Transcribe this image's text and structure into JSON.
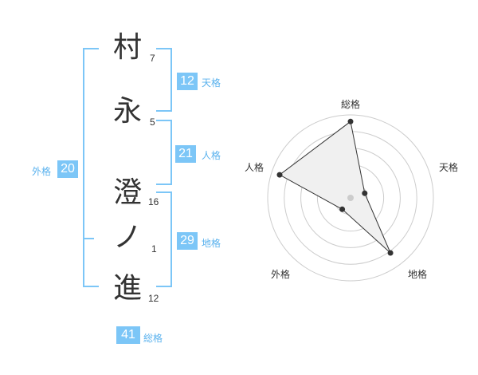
{
  "name": {
    "characters": [
      {
        "char": "村",
        "strokes": "7"
      },
      {
        "char": "永",
        "strokes": "5"
      },
      {
        "char": "澄",
        "strokes": "16"
      },
      {
        "char": "ノ",
        "strokes": "1"
      },
      {
        "char": "進",
        "strokes": "12"
      }
    ]
  },
  "kakusu": {
    "tenkaku": {
      "value": "12",
      "label": "天格"
    },
    "jinkaku": {
      "value": "21",
      "label": "人格"
    },
    "chikaku": {
      "value": "29",
      "label": "地格"
    },
    "gaikaku": {
      "value": "20",
      "label": "外格"
    },
    "soukaku": {
      "value": "41",
      "label": "総格"
    }
  },
  "radar": {
    "labels": {
      "soukaku": "総格",
      "tenkaku": "天格",
      "chikaku": "地格",
      "gaikaku": "外格",
      "jinkaku": "人格"
    },
    "rings": 5,
    "values": {
      "soukaku": 0.92,
      "tenkaku": 0.18,
      "chikaku": 0.82,
      "gaikaku": 0.17,
      "jinkaku": 0.9
    },
    "colors": {
      "ring": "#cccccc",
      "fill": "#f0f0f0",
      "line": "#333333",
      "dot": "#333333",
      "center": "#cccccc"
    }
  }
}
